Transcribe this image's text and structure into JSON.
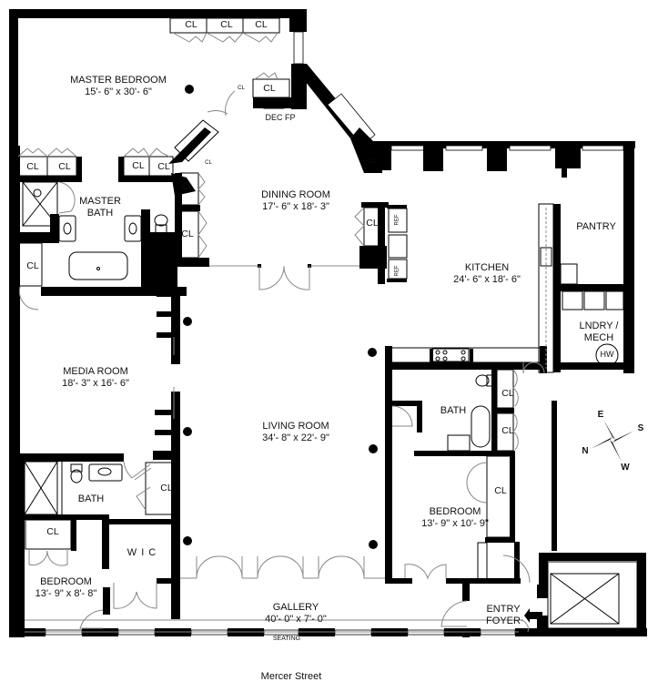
{
  "plan": {
    "street_label": "Mercer Street",
    "rooms": {
      "master_bedroom": {
        "name": "MASTER BEDROOM",
        "dims": "15'- 6\" x 30'- 6\""
      },
      "master_bath": {
        "name_line1": "MASTER",
        "name_line2": "BATH"
      },
      "dining_room": {
        "name": "DINING ROOM",
        "dims": "17'- 6\" x 18'- 3\""
      },
      "kitchen": {
        "name": "KITCHEN",
        "dims": "24'- 6\" x 18'- 6\""
      },
      "pantry": {
        "name": "PANTRY"
      },
      "laundry": {
        "name_line1": "LNDRY /",
        "name_line2": "MECH",
        "fixture": "HW"
      },
      "media_room": {
        "name": "MEDIA ROOM",
        "dims": "18'- 3\" x 16'- 6\""
      },
      "living_room": {
        "name": "LIVING ROOM",
        "dims": "34'- 8\" x 22'- 9\""
      },
      "bath_left": {
        "name": "BATH"
      },
      "bath_right": {
        "name": "BATH"
      },
      "bedroom_right": {
        "name": "BEDROOM",
        "dims": "13'- 9\" x 10'- 9\""
      },
      "bedroom_left": {
        "name": "BEDROOM",
        "dims": "13'- 9\" x 8'- 8\""
      },
      "wic": {
        "name": "W I C"
      },
      "gallery": {
        "name": "GALLERY",
        "dims": "40'- 0\" x 7'- 0\"",
        "seating": "SEATING"
      },
      "entry_foyer": {
        "name_line1": "ENTRY",
        "name_line2": "FOYER"
      }
    },
    "fixtures": {
      "dec_fp": "DEC FP",
      "ref": "REF"
    },
    "closets": {
      "label": "CL",
      "small_label": "CL"
    },
    "compass": {
      "n": "N",
      "e": "E",
      "s": "S",
      "w": "W"
    }
  }
}
